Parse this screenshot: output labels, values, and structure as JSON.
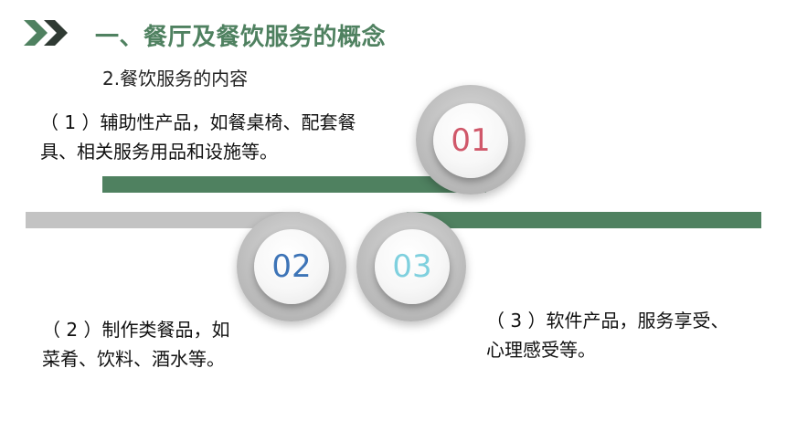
{
  "header": {
    "title": "一、餐厅及餐饮服务的概念",
    "subtitle": "2.餐饮服务的内容"
  },
  "items": [
    {
      "number": "01",
      "text_line1": "（ 1 ）辅助性产品，如餐桌椅、配套餐",
      "text_line2": "具、相关服务用品和设施等。",
      "color": "#d0586a"
    },
    {
      "number": "02",
      "text_line1": "（ 2 ）制作类餐品，如",
      "text_line2": "菜肴、饮料、酒水等。",
      "color": "#3d74b7"
    },
    {
      "number": "03",
      "text_line1": "（ 3 ）软件产品，服务享受、",
      "text_line2": "心理感受等。",
      "color": "#7fd0de"
    }
  ],
  "colors": {
    "accent_green": "#4f8160",
    "bar_gray": "#c3c3c3"
  }
}
